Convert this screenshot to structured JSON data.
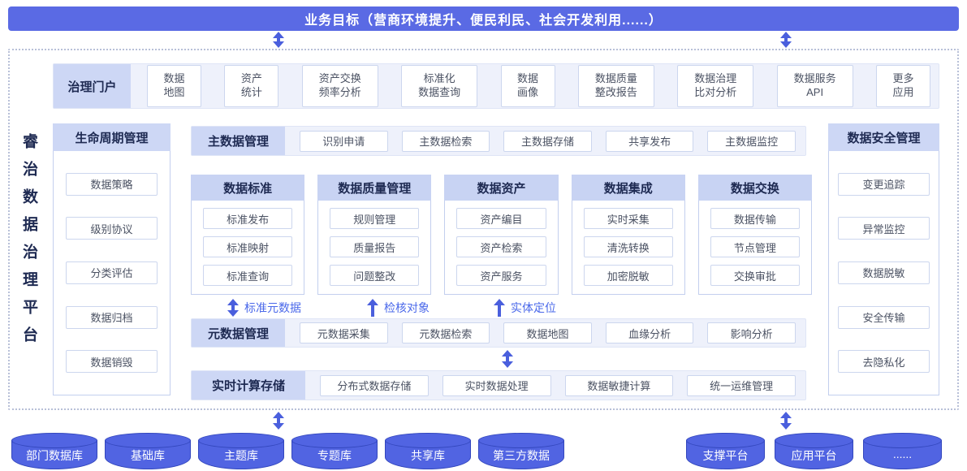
{
  "banner": {
    "text": "业务目标（营商环境提升、便民利民、社会开发利用......）"
  },
  "platform_title": "睿治数据治理平台",
  "portal": {
    "label": "治理门户",
    "items": [
      "数据\n地图",
      "资产\n统计",
      "资产交换\n频率分析",
      "标准化\n数据查询",
      "数据\n画像",
      "数据质量\n整改报告",
      "数据治理\n比对分析",
      "数据服务\nAPI",
      "更多\n应用"
    ]
  },
  "lifecycle": {
    "title": "生命周期管理",
    "items": [
      "数据策略",
      "级别协议",
      "分类评估",
      "数据归档",
      "数据销毁"
    ]
  },
  "master_data": {
    "label": "主数据管理",
    "items": [
      "识别申请",
      "主数据检索",
      "主数据存储",
      "共享发布",
      "主数据监控"
    ]
  },
  "columns": [
    {
      "title": "数据标准",
      "items": [
        "标准发布",
        "标准映射",
        "标准查询"
      ]
    },
    {
      "title": "数据质量管理",
      "items": [
        "规则管理",
        "质量报告",
        "问题整改"
      ]
    },
    {
      "title": "数据资产",
      "items": [
        "资产编目",
        "资产检索",
        "资产服务"
      ]
    },
    {
      "title": "数据集成",
      "items": [
        "实时采集",
        "清洗转换",
        "加密脱敏"
      ]
    },
    {
      "title": "数据交换",
      "items": [
        "数据传输",
        "节点管理",
        "交换审批"
      ]
    }
  ],
  "flow_labels": [
    {
      "text": "标准元数据"
    },
    {
      "text": "检核对象"
    },
    {
      "text": "实体定位"
    }
  ],
  "metadata": {
    "label": "元数据管理",
    "items": [
      "元数据采集",
      "元数据检索",
      "数据地图",
      "血缘分析",
      "影响分析"
    ]
  },
  "realtime": {
    "label": "实时计算存储",
    "items": [
      "分布式数据存储",
      "实时数据处理",
      "数据敏捷计算",
      "统一运维管理"
    ]
  },
  "security": {
    "title": "数据安全管理",
    "items": [
      "变更追踪",
      "异常监控",
      "数据脱敏",
      "安全传输",
      "去隐私化"
    ]
  },
  "datasources": [
    "部门数据库",
    "基础库",
    "主题库",
    "专题库",
    "共享库",
    "第三方数据"
  ],
  "platforms": [
    "支撑平台",
    "应用平台",
    "......"
  ],
  "colors": {
    "banner": "#5a6ae4",
    "cylinder": "#5164e2",
    "arrow": "#4a5fdd",
    "navy_text": "#1e2a52",
    "label_bg": "#cdd7f5",
    "flow_text": "#4a68ea"
  }
}
